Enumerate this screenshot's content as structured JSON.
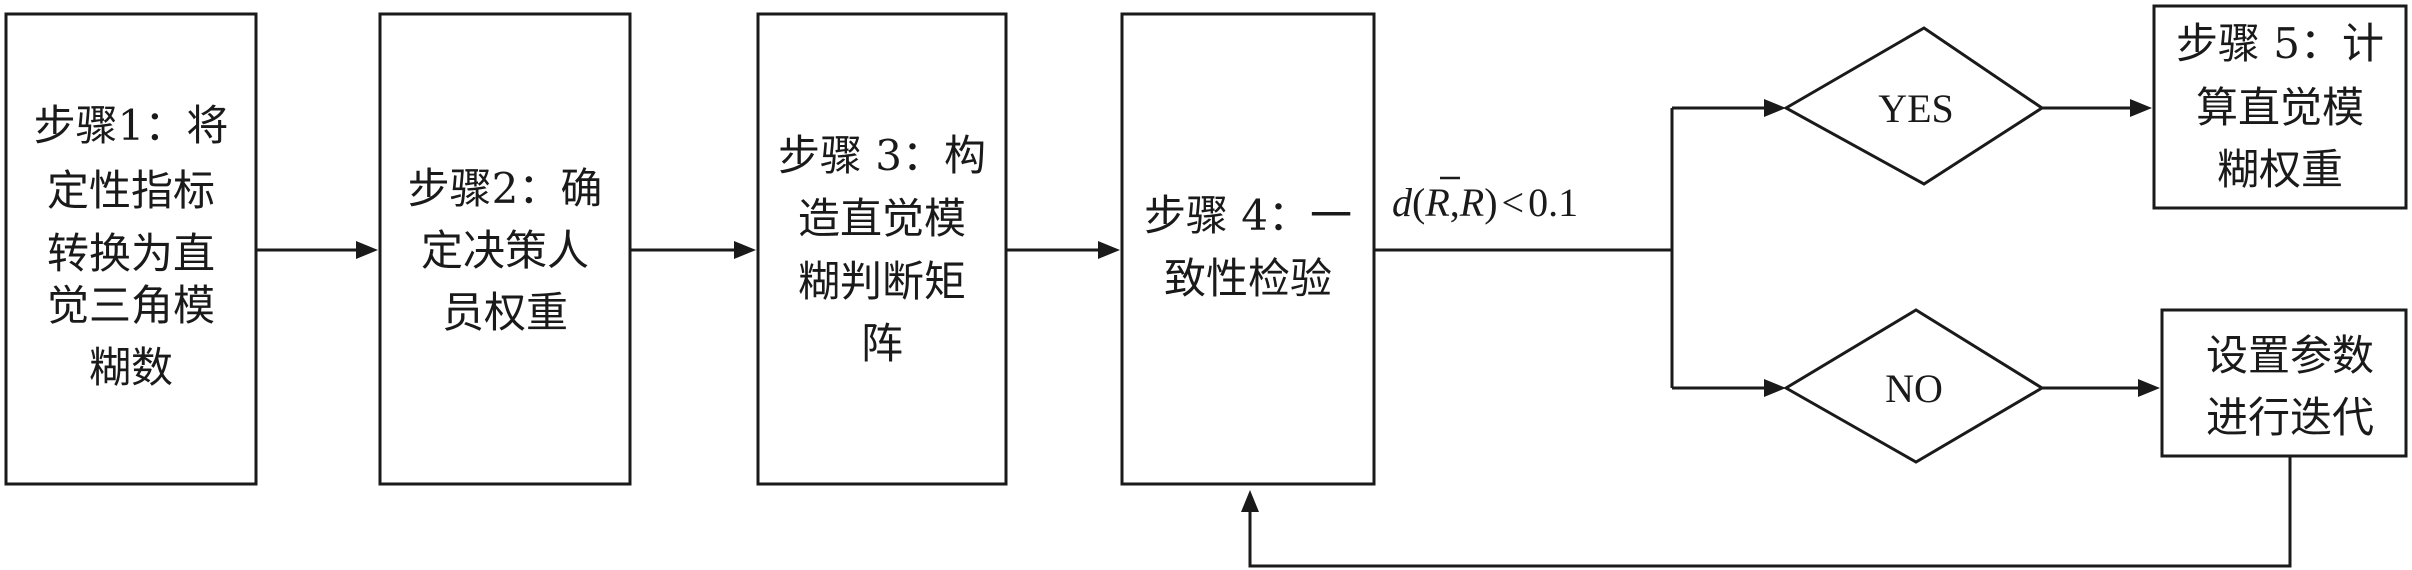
{
  "steps": {
    "step1": [
      "步骤1：将",
      "定性指标",
      "转换为直",
      "觉三角模",
      "糊数"
    ],
    "step2": [
      "步骤2：确",
      "定决策人",
      "员权重"
    ],
    "step3": [
      "步骤 3：构",
      "造直觉模",
      "糊判断矩",
      "阵"
    ],
    "step4": [
      "步骤 4：一",
      "致性检验"
    ],
    "step5": [
      "步骤 5：计",
      "算直觉模",
      "糊权重"
    ],
    "iterate": [
      "设置参数",
      "进行迭代"
    ]
  },
  "decisions": {
    "yes": "YES",
    "no": "NO"
  },
  "condition": {
    "d": "d",
    "open": "(",
    "rbar": "R",
    "comma": ",",
    "r": "R",
    "close": ")",
    "lt": "<",
    "value": "0.1"
  }
}
